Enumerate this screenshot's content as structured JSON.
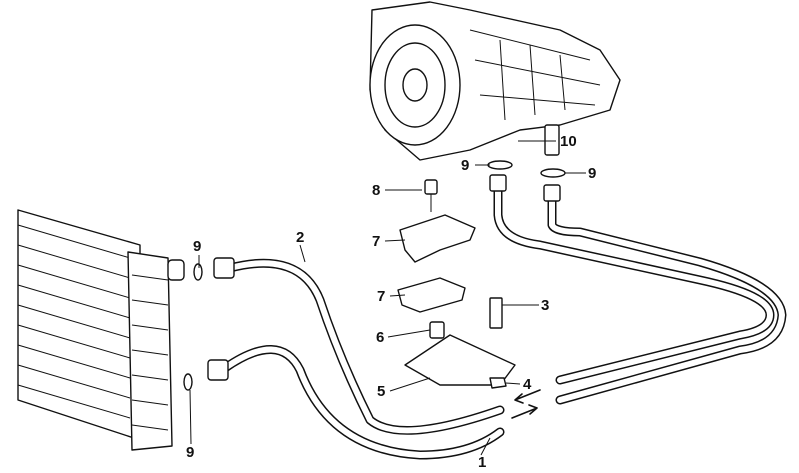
{
  "diagram": {
    "callouts": [
      {
        "id": "c10a",
        "text": "10"
      },
      {
        "id": "c9a",
        "text": "9"
      },
      {
        "id": "c9b",
        "text": "9"
      },
      {
        "id": "c8",
        "text": "8"
      },
      {
        "id": "c7a",
        "text": "7"
      },
      {
        "id": "c2",
        "text": "2"
      },
      {
        "id": "c9c",
        "text": "9"
      },
      {
        "id": "c7b",
        "text": "7"
      },
      {
        "id": "c3",
        "text": "3"
      },
      {
        "id": "c6",
        "text": "6"
      },
      {
        "id": "c4",
        "text": "4"
      },
      {
        "id": "c5",
        "text": "5"
      },
      {
        "id": "c9d",
        "text": "9"
      },
      {
        "id": "c1",
        "text": "1"
      }
    ]
  }
}
